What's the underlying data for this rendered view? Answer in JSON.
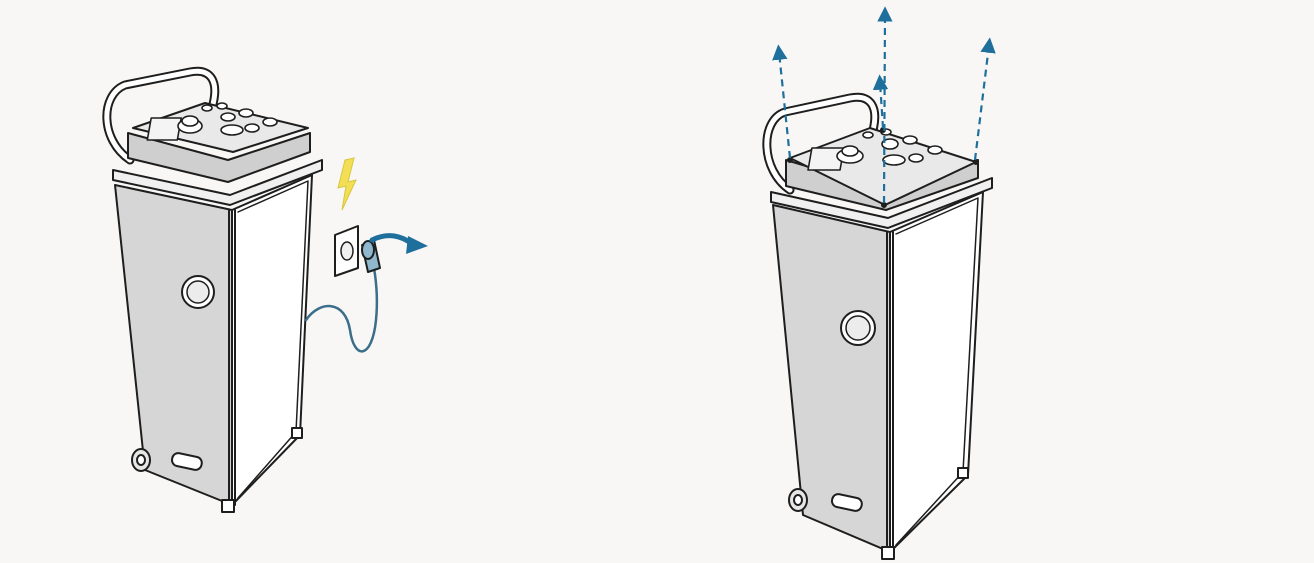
{
  "illustration": {
    "panels": [
      {
        "id": "unplug-step",
        "subject": "mobile-unit",
        "actions": [
          "disconnect-power-plug"
        ]
      },
      {
        "id": "remove-top-step",
        "subject": "mobile-unit",
        "actions": [
          "lift-off-top-panel"
        ]
      }
    ],
    "colors": {
      "background": "#f8f7f5",
      "outline": "#1e1e1e",
      "body_fill": "#d9d9d9",
      "side_fill": "#ffffff",
      "top_fill": "#e6e6e6",
      "arrow_blue": "#1f6f9c",
      "lightning_yellow": "#f2df55",
      "cable": "#3a6e8a",
      "plug_fill": "#8fb8cf"
    },
    "icons": [
      "power-hazard-icon",
      "pull-out-arrow-icon",
      "lift-up-arrow-icon"
    ]
  }
}
